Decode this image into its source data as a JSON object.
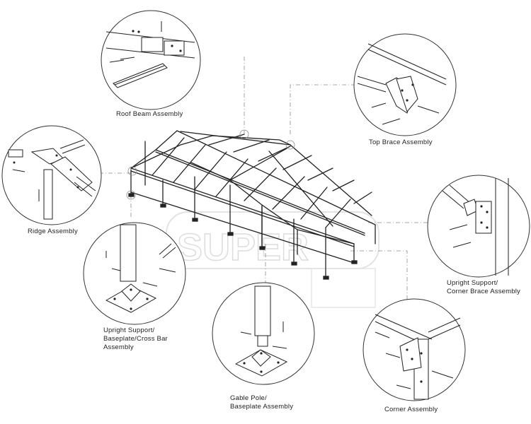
{
  "labels": {
    "roof_beam": "Roof Beam Assembly",
    "top_brace": "Top Brace Assembly",
    "ridge": "Ridge Assembly",
    "upright_corner_brace": [
      "Upright Support/",
      "Corner Brace Assembly"
    ],
    "upright_baseplate": [
      "Upright Support/",
      "Baseplate/Cross Bar",
      "Assembly"
    ],
    "gable_pole": [
      "Gable Pole/",
      "Baseplate Assembly"
    ],
    "corner": "Corner Assembly"
  },
  "watermark": "SUPER",
  "colors": {
    "line": "#222222",
    "leader": "#8a8a8a",
    "watermark": "#d9d9d9"
  }
}
